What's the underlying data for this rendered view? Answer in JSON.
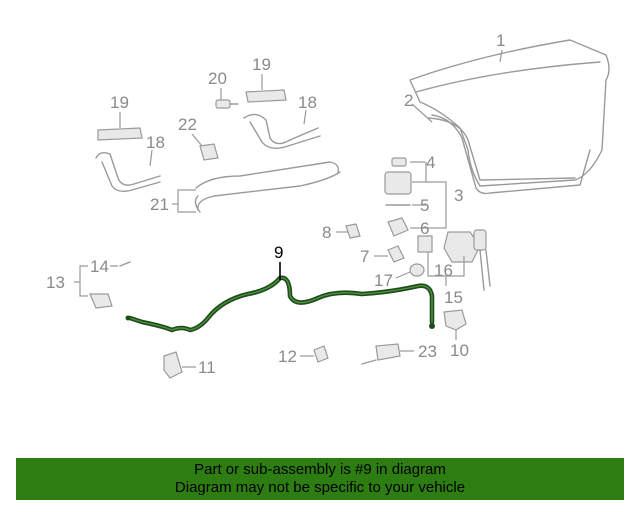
{
  "diagram": {
    "callouts": {
      "c1": "1",
      "c2": "2",
      "c3": "3",
      "c4": "4",
      "c5": "5",
      "c6": "6",
      "c7": "7",
      "c8": "8",
      "c9": "9",
      "c10": "10",
      "c11": "11",
      "c12": "12",
      "c13": "13",
      "c14": "14",
      "c15": "15",
      "c16": "16",
      "c17": "17",
      "c18a": "18",
      "c18b": "18",
      "c19a": "19",
      "c19b": "19",
      "c20": "20",
      "c21": "21",
      "c22": "22",
      "c23": "23"
    },
    "highlighted_part": "9",
    "colors": {
      "highlight_cable": "#1d4d1d",
      "line_art": "#9a9a9a",
      "banner_background": "#2e7d12"
    }
  },
  "banner": {
    "line1": "Part or sub-assembly is #9 in diagram",
    "line2": "Diagram may not be specific to your vehicle"
  }
}
